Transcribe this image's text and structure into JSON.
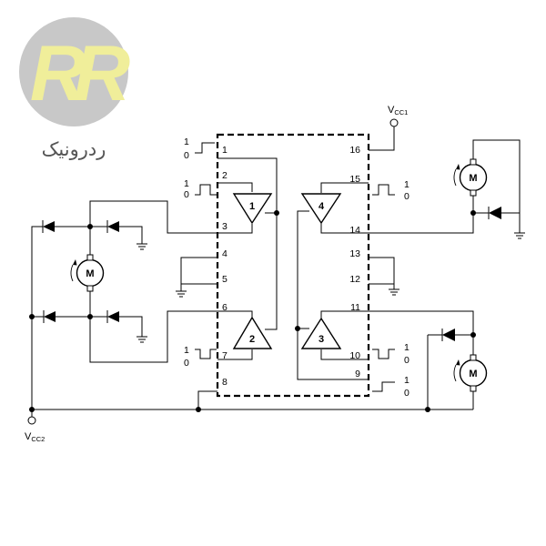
{
  "brand": {
    "logo_text": "RR",
    "name": "ردرونیک",
    "colors": {
      "circle": "#c8c8c8",
      "letters": "#f0ee9a",
      "text": "#555555"
    }
  },
  "chip": {
    "pins": {
      "p1": "1",
      "p2": "2",
      "p3": "3",
      "p4": "4",
      "p5": "5",
      "p6": "6",
      "p7": "7",
      "p8": "8",
      "p9": "9",
      "p10": "10",
      "p11": "11",
      "p12": "12",
      "p13": "13",
      "p14": "14",
      "p15": "15",
      "p16": "16"
    },
    "drivers": {
      "d1": "1",
      "d2": "2",
      "d3": "3",
      "d4": "4"
    }
  },
  "signals": {
    "high": "1",
    "low": "0"
  },
  "motor_label": "M",
  "supplies": {
    "vcc1": {
      "main": "V",
      "sub": "CC1"
    },
    "vcc2": {
      "main": "V",
      "sub": "CC2"
    }
  }
}
